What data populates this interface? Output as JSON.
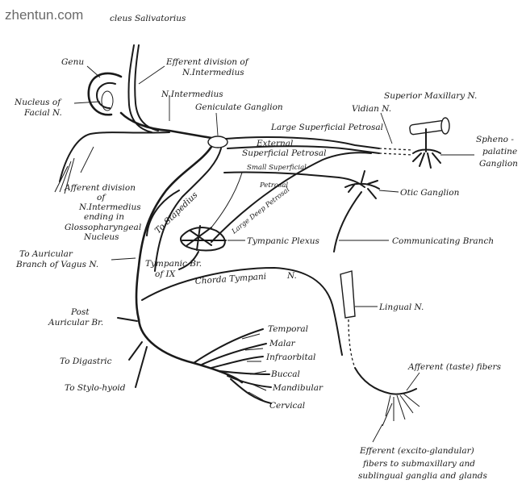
{
  "watermark": "zhentun.com",
  "labels": {
    "nucleus_salivatorius": "cleus Salivatorius",
    "genu": "Genu",
    "efferent_division_1": "Efferent division of",
    "efferent_division_2": "N.Intermedius",
    "nucleus_facial_1": "Nucleus of",
    "nucleus_facial_2": "Facial N.",
    "n_intermedius": "N.Intermedius",
    "geniculate_ganglion": "Geniculate Ganglion",
    "superior_maxillary": "Superior Maxillary N.",
    "vidian": "Vidian N.",
    "large_superficial_petrosal": "Large Superficial Petrosal",
    "external_superficial_1": "External",
    "external_superficial_2": "Superficial Petrosal",
    "sphenopalatine_1": "Spheno -",
    "sphenopalatine_2": "palatine",
    "sphenopalatine_3": "Ganglion",
    "small_superficial": "Small Superficial",
    "petrosal": "Petrosal",
    "large_deep_petrosal": "Large Deep Petrosal",
    "otic_ganglion": "Otic Ganglion",
    "afferent_division_1": "Afferent division",
    "afferent_division_2": "of",
    "afferent_division_3": "N.Intermedius",
    "afferent_division_4": "ending in",
    "afferent_division_5": "Glossopharyngeal",
    "afferent_division_6": "Nucleus",
    "to_stapedius": "To Stapedius",
    "tympanic_plexus": "Tympanic Plexus",
    "communicating_branch": "Communicating Branch",
    "to_auricular_1": "To Auricular",
    "to_auricular_2": "Branch of Vagus N.",
    "tympanic_br_1": "Tympanic Br.",
    "tympanic_br_2": "of IX",
    "chorda_tympani": "Chorda Tympani",
    "chorda_n": "N.",
    "lingual": "Lingual N.",
    "post_auricular_1": "Post",
    "post_auricular_2": "Auricular Br.",
    "temporal": "Temporal",
    "malar": "Malar",
    "infraorbital": "Infraorbital",
    "buccal": "Buccal",
    "mandibular": "Mandibular",
    "cervical": "Cervical",
    "to_digastric": "To Digastric",
    "to_stylohyoid": "To Stylo-hyoid",
    "afferent_taste": "Afferent (taste) fibers",
    "efferent_glandular_1": "Efferent (excito-glandular)",
    "efferent_glandular_2": "fibers to submaxillary and",
    "efferent_glandular_3": "sublingual ganglia and glands"
  }
}
